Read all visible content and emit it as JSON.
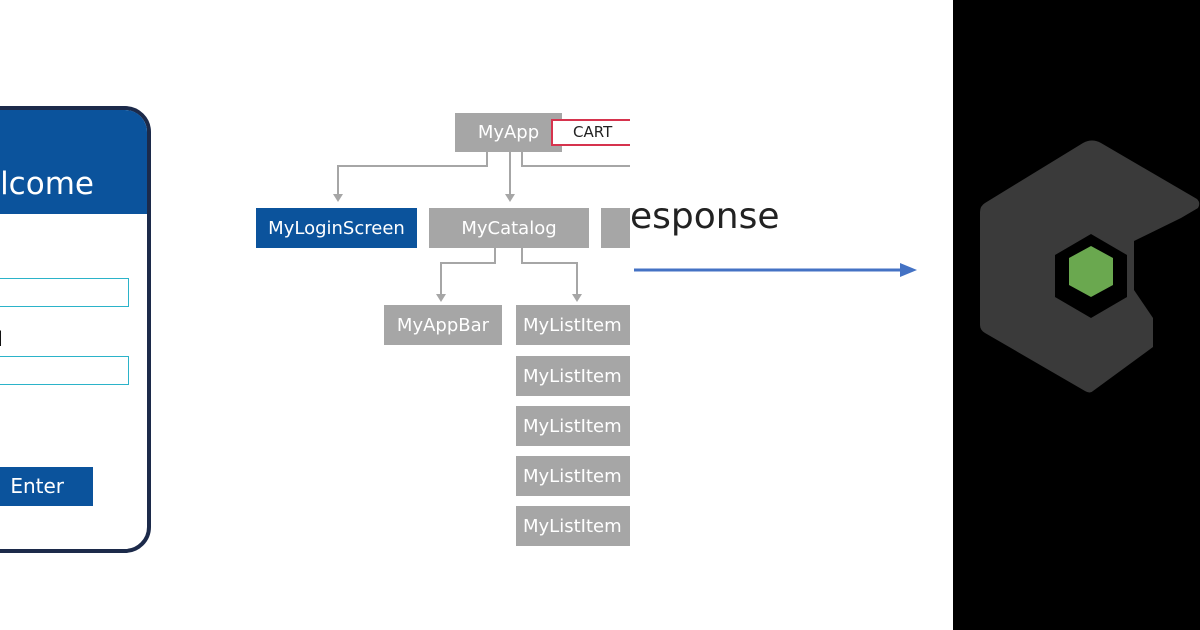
{
  "phone": {
    "title": "elcome",
    "password_label": "ord",
    "enter_label": "Enter"
  },
  "tree": {
    "root": "MyApp",
    "cart": "CART",
    "level1": [
      "MyLoginScreen",
      "MyCatalog"
    ],
    "appbar": "MyAppBar",
    "list_items": [
      "MyListItem",
      "MyListItem",
      "MyListItem",
      "MyListItem",
      "MyListItem"
    ]
  },
  "response": {
    "text": "esponse"
  },
  "colors": {
    "primary_blue": "#0b539c",
    "node_gray": "#a6a6a6",
    "cart_border": "#d6334d",
    "arrow_blue": "#4472c4",
    "logo_gray": "#3a3a3a",
    "logo_green": "#6aa84f"
  }
}
